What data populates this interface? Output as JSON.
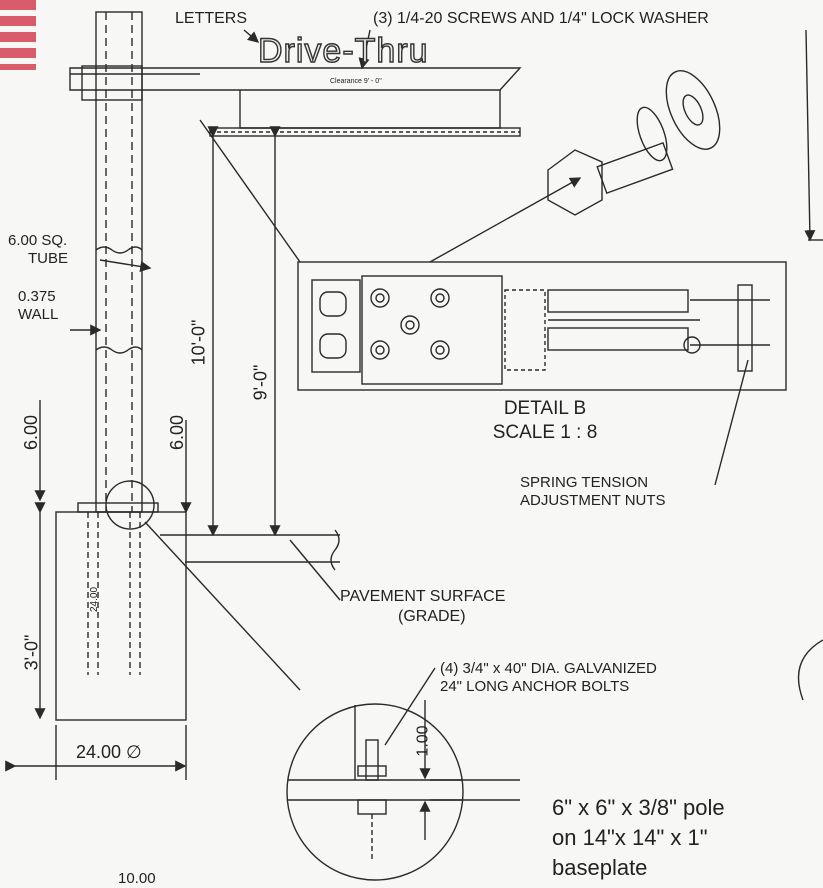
{
  "labels": {
    "letters": "LETTERS",
    "screws": "(3) 1/4-20 SCREWS AND 1/4\" LOCK WASHER",
    "sign_main": "Drive-Thru",
    "sign_clearance": "Clearance 9' - 0\"",
    "tube_1": "6.00 SQ.",
    "tube_2": "TUBE",
    "wall_1": "0.375",
    "wall_2": "WALL",
    "dim_10ft": "10'-0\"",
    "dim_9ft": "9'-0\"",
    "dim_600_left": "6.00",
    "dim_600_mid": "6.00",
    "dim_24": "24.00",
    "dim_3ft": "3'-0\"",
    "dim_diameter": "24.00 ∅",
    "dim_100": "1.00",
    "dim_1000": "10.00",
    "detail_title": "DETAIL B",
    "detail_scale": "SCALE 1 : 8",
    "spring_1": "SPRING TENSION",
    "spring_2": "ADJUSTMENT NUTS",
    "pavement_1": "PAVEMENT SURFACE",
    "pavement_2": "(GRADE)",
    "anchor_1": "(4)  3/4\"  x  40\"  DIA. GALVANIZED",
    "anchor_2": "24\"  LONG ANCHOR BOLTS",
    "note_1": "6\" x 6\" x 3/8\" pole",
    "note_2": "on 14\"x 14\" x 1\"",
    "note_3": "baseplate"
  },
  "colors": {
    "line": "#2a2a2a",
    "accent": "#d85c6a",
    "paper": "#f7f7f5"
  }
}
